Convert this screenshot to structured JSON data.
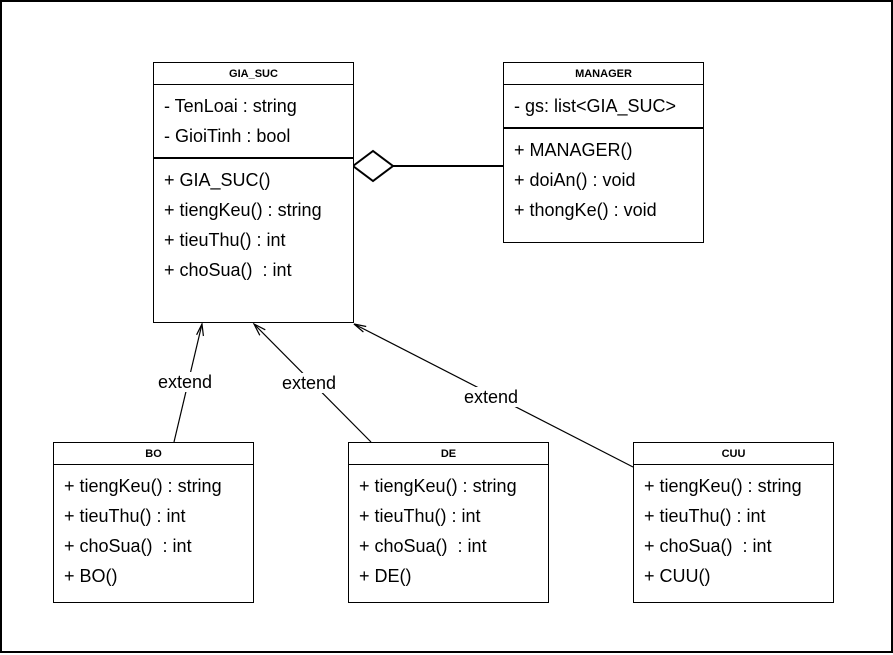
{
  "diagram": {
    "classes": {
      "gia_suc": {
        "name": "GIA_SUC",
        "attributes": [
          "- TenLoai : string",
          "- GioiTinh : bool"
        ],
        "methods": [
          "+ GIA_SUC()",
          "+ tiengKeu() : string",
          "+ tieuThu() : int",
          "+ choSua()  : int"
        ]
      },
      "manager": {
        "name": "MANAGER",
        "attributes": [
          "- gs: list<GIA_SUC>"
        ],
        "methods": [
          "+ MANAGER()",
          "+ doiAn() : void",
          "+ thongKe() : void"
        ]
      },
      "bo": {
        "name": "BO",
        "methods": [
          "+ tiengKeu() : string",
          "+ tieuThu() : int",
          "+ choSua()  : int",
          "+ BO()"
        ]
      },
      "de": {
        "name": "DE",
        "methods": [
          "+ tiengKeu() : string",
          "+ tieuThu() : int",
          "+ choSua()  : int",
          "+ DE()"
        ]
      },
      "cuu": {
        "name": "CUU",
        "methods": [
          "+ tiengKeu() : string",
          "+ tieuThu() : int",
          "+ choSua()  : int",
          "+ CUU()"
        ]
      }
    },
    "relations": {
      "bo_extends": "extend",
      "de_extends": "extend",
      "cuu_extends": "extend",
      "aggregation": {
        "from": "MANAGER",
        "to": "GIA_SUC",
        "type": "aggregation"
      }
    }
  }
}
